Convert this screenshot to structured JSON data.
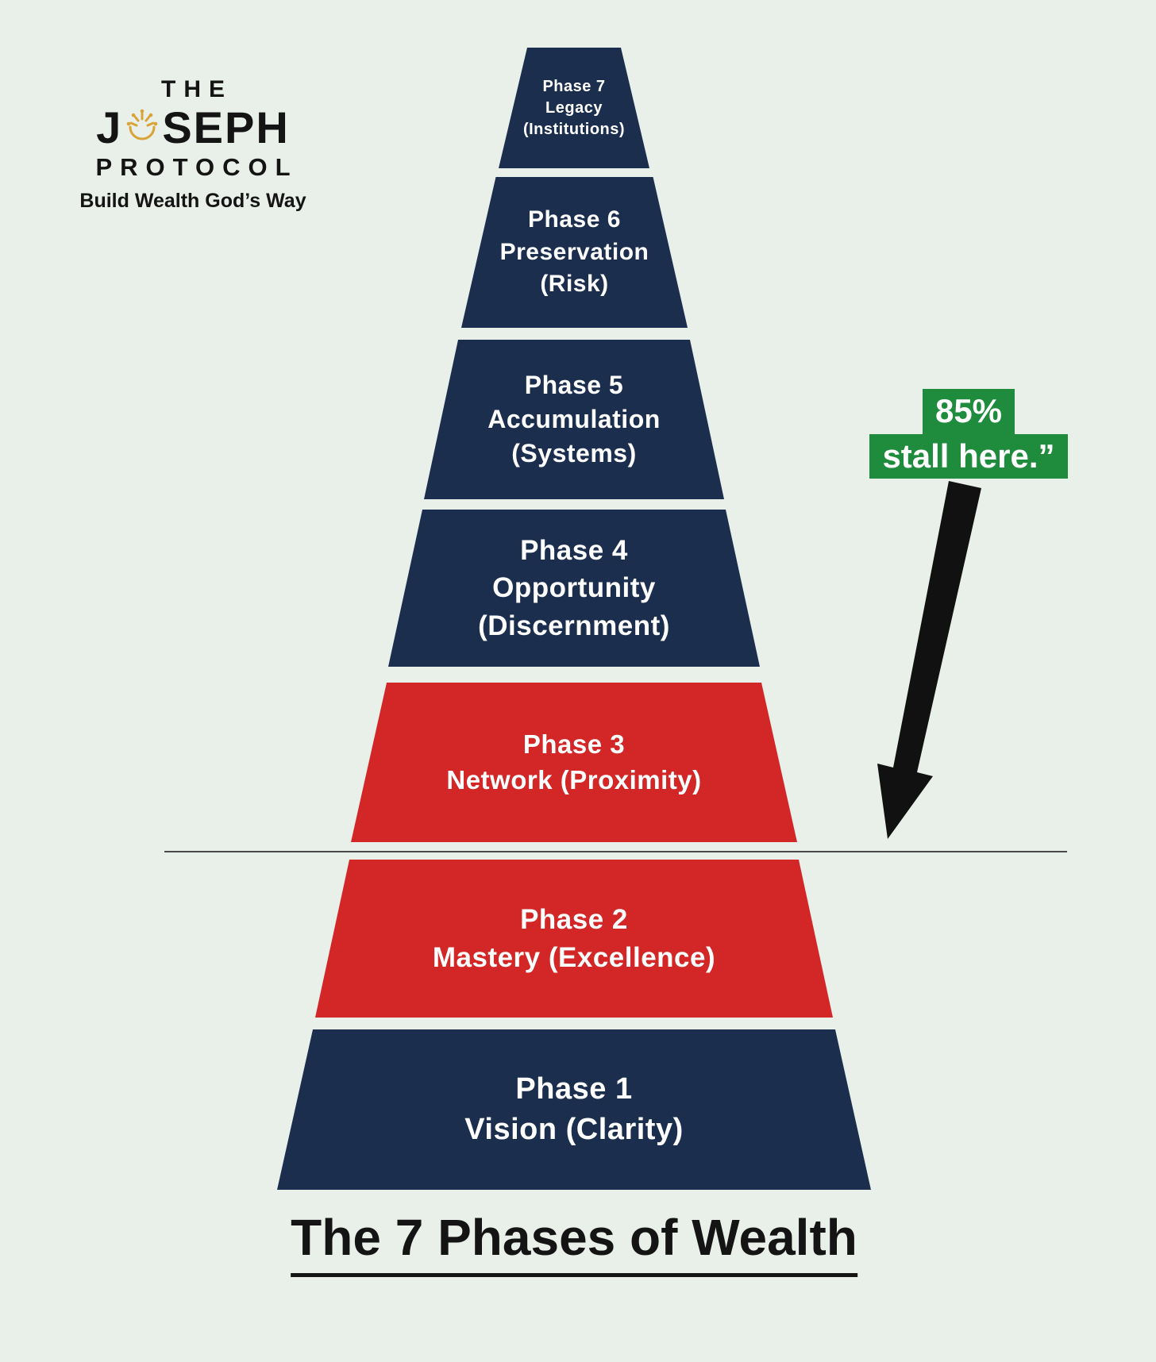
{
  "logo": {
    "word_the": "THE",
    "name_prefix": "J",
    "name_suffix": "SEPH",
    "word_protocol": "PROTOCOL",
    "tagline": "Build Wealth God’s Way",
    "crown_color": "#d9a437"
  },
  "callout": {
    "line1": "85%",
    "line2": "stall here.”",
    "bg_color": "#1e8b3d"
  },
  "colors": {
    "navy": "#1b2e4d",
    "red": "#d22726",
    "background": "#e9efe9",
    "arrow": "#111111"
  },
  "pyramid": {
    "tiers": [
      {
        "phase": "Phase 7",
        "name": "Legacy",
        "detail": "(Institutions)",
        "color": "navy"
      },
      {
        "phase": "Phase 6",
        "name": "Preservation",
        "detail": "(Risk)",
        "color": "navy"
      },
      {
        "phase": "Phase 5",
        "name": "Accumulation",
        "detail": "(Systems)",
        "color": "navy"
      },
      {
        "phase": "Phase 4",
        "name": "Opportunity",
        "detail": "(Discernment)",
        "color": "navy"
      },
      {
        "phase": "Phase 3",
        "name": "Network (Proximity)",
        "detail": "",
        "color": "red"
      },
      {
        "phase": "Phase 2",
        "name": "Mastery (Excellence)",
        "detail": "",
        "color": "red"
      },
      {
        "phase": "Phase 1",
        "name": "Vision (Clarity)",
        "detail": "",
        "color": "navy"
      }
    ]
  },
  "title": "The 7 Phases of Wealth"
}
